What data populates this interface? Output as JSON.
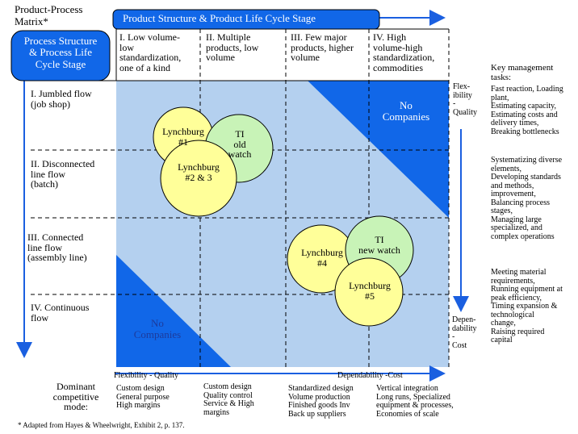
{
  "title": {
    "line1": "Product-Process",
    "line2": "Matrix*"
  },
  "product_stage_banner": "Product Structure & Product Life Cycle Stage",
  "process_stage_banner": "Process Structure\n& Process Life\nCycle Stage",
  "columns": [
    {
      "label": "I. Low volume-\nlow\nstandardization,\none of a kind"
    },
    {
      "label": "II. Multiple\nproducts, low\nvolume"
    },
    {
      "label": "III. Few major\nproducts, higher\nvolume"
    },
    {
      "label": "IV. High\nvolume-high\nstandardization,\ncommodities"
    }
  ],
  "rows": [
    {
      "label": "I. Jumbled flow\n(job shop)"
    },
    {
      "label": "II. Disconnected\nline flow\n(batch)"
    },
    {
      "label": "III. Connected\nline flow\n(assembly line)"
    },
    {
      "label": "IV. Continuous\nflow"
    }
  ],
  "no_companies_top": "No\nCompanies",
  "no_companies_bottom": "No\nCompanies",
  "circles": {
    "lynchburg_1": "Lynchburg\n#1",
    "ti_old": "TI\nold\nwatch",
    "lynchburg_23": "Lynchburg\n#2 & 3",
    "ti_new": "TI\nnew watch",
    "lynchburg_4": "Lynchburg\n#4",
    "lynchburg_5": "Lynchburg\n#5"
  },
  "right_axis": {
    "top": "Flex-\nibility\n-\nQuality",
    "bottom": "Depen-\ndability\n-\nCost"
  },
  "bottom_axis": {
    "left": "Flexibility - Quality",
    "right": "Dependability -Cost"
  },
  "key_tasks": {
    "heading": "Key management\ntasks:",
    "groups": [
      "Fast reaction, Loading\nplant,\nEstimating capacity,\nEstimating costs and\ndelivery times,\nBreaking bottlenecks",
      "Systematizing diverse\nelements,\nDeveloping standards\nand methods,\nimprovement,\nBalancing process\nstages,\nManaging large\nspecialized, and\ncomplex operations",
      "Meeting material\nrequirements,\nRunning equipment at\npeak efficiency,\nTiming expansion &\ntechnological\nchange,\nRaising required\ncapital"
    ]
  },
  "dominant_mode": {
    "label": "Dominant\ncompetitive\nmode:",
    "columns": [
      "Custom design\nGeneral purpose\nHigh margins",
      "Custom design\nQuality control\nService & High\nmargins",
      "Standardized design\nVolume production\nFinished goods Inv\nBack up suppliers",
      "Vertical integration\nLong runs, Specialized\nequipment & processes,\nEconomies of scale"
    ]
  },
  "footnote": "* Adapted from Hayes & Wheelwright, Exhibit 2, p. 137.",
  "colors": {
    "matrix_fill": "#b4d0ef",
    "banner_blue": "#1167e8",
    "yellow_circle": "#ffff99",
    "green_circle": "#c8f3b7",
    "arrow_blue": "#1a5fe0",
    "dark_blue_text": "#1d3b9c"
  }
}
